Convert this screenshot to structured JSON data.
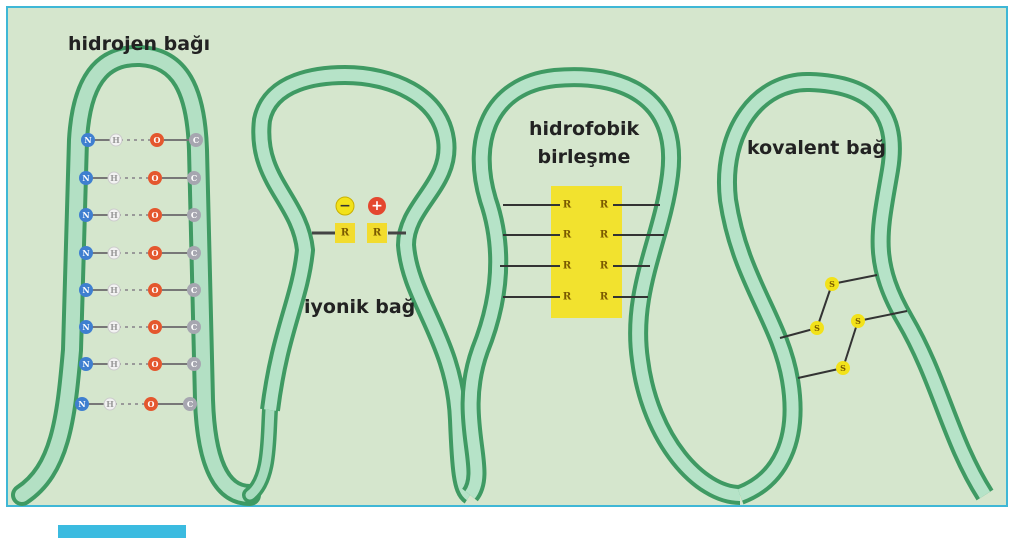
{
  "labels": {
    "hydrogen": "hidrojen bağı",
    "ionic": "iyonik bağ",
    "hydrophobic_line1": "hidrofobik",
    "hydrophobic_line2": "birleşme",
    "covalent": "kovalent bağ"
  },
  "atoms": {
    "nitrogen": "N",
    "hydrogen": "H",
    "oxygen": "O",
    "carbon": "C",
    "r_group": "R",
    "sulfur": "S",
    "minus": "−",
    "plus": "+"
  },
  "colors": {
    "panel_bg": "#d5e6cd",
    "border": "#3fb7d6",
    "ribbon_light": "#a9dcbf",
    "ribbon_dark": "#3f9a63",
    "nitrogen": "#3f7fd0",
    "hydrogen": "#f2f2f2",
    "oxygen": "#e4572e",
    "carbon": "#a6a6b0",
    "r_group": "#f2dc2e",
    "sulfur": "#f2e21a"
  }
}
